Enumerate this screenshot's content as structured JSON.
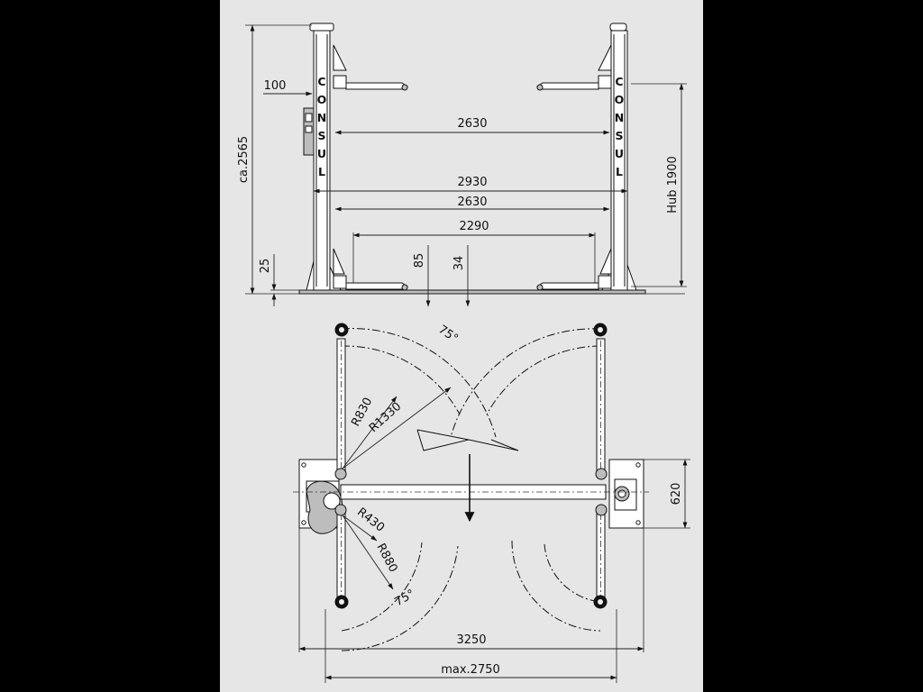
{
  "brand": [
    "C",
    "O",
    "N",
    "S",
    "U",
    "L"
  ],
  "front_view": {
    "total_height": "ca.2565",
    "lift_stroke": "Hub 1900",
    "width_inner_top": "2630",
    "width_overall": "2930",
    "width_between_columns": "2630",
    "width_drive_through": "2290",
    "offset_side": "100",
    "base_plate_height": "25",
    "arm_height_max": "85",
    "arm_height_min": "34"
  },
  "plan_view": {
    "swing_angle_top": "75°",
    "swing_angle_bottom": "75°",
    "long_arm_radius_min": "R830",
    "long_arm_radius_max": "R1330",
    "short_arm_radius_min": "R430",
    "short_arm_radius_max": "R880",
    "base_depth": "620",
    "overall_width": "3250",
    "max_width": "max.2750"
  }
}
